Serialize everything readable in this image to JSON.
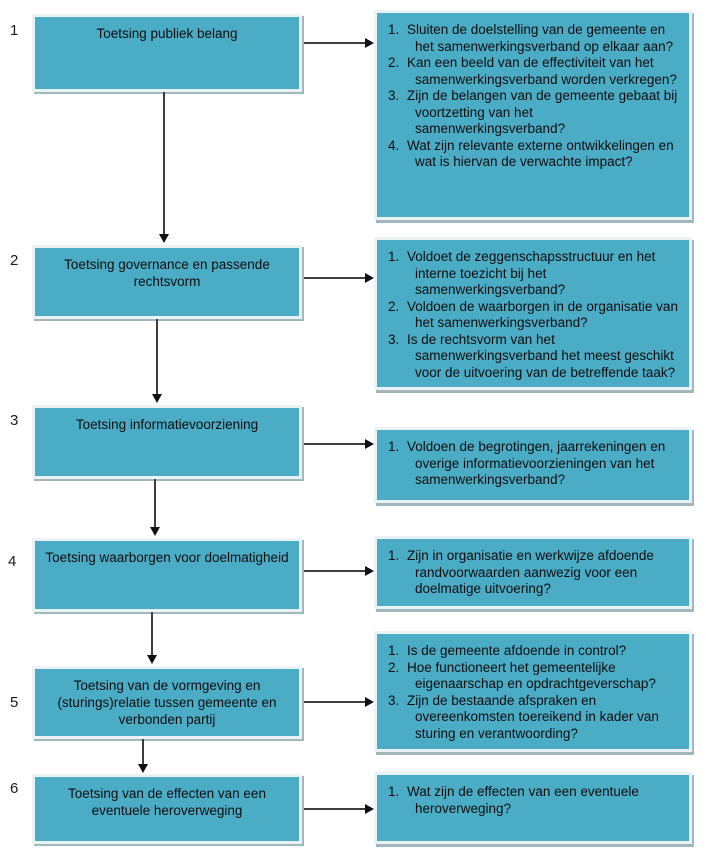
{
  "diagram": {
    "type": "flowchart",
    "language": "nl",
    "colors": {
      "box_fill": "#4BACC6",
      "box_border": "#EAF2F5",
      "box_shadow": "#A2B6BE",
      "arrow": "#3D3D3D",
      "text": "#111111"
    },
    "steps": [
      {
        "number": "1",
        "label": "Toetsing publiek belang",
        "questions": [
          {
            "num": "1.",
            "text": "Sluiten de doelstelling van de gemeente en het samenwerkingsverband op elkaar aan?"
          },
          {
            "num": "2.",
            "text": "Kan een beeld van de effectiviteit van het samenwerkingsverband worden verkregen?"
          },
          {
            "num": "3.",
            "text": "Zijn de belangen van de gemeente gebaat bij voortzetting van het samenwerkingsverband?"
          },
          {
            "num": "4.",
            "text": "Wat zijn relevante externe ontwikkelingen en wat is hiervan de verwachte impact?"
          }
        ]
      },
      {
        "number": "2",
        "label": "Toetsing governance en passende rechtsvorm",
        "questions": [
          {
            "num": "1.",
            "text": "Voldoet de zeggenschapsstructuur en het interne toezicht bij het samenwerkingsverband?"
          },
          {
            "num": "2.",
            "text": "Voldoen de waarborgen in de organisatie van het samenwerkingsverband?"
          },
          {
            "num": "3.",
            "text": "Is de rechtsvorm van het samenwerkingsverband het meest geschikt voor de uitvoering van de betreffende taak?"
          }
        ]
      },
      {
        "number": "3",
        "label": "Toetsing informatievoorziening",
        "questions": [
          {
            "num": "1.",
            "text": "Voldoen de begrotingen, jaarrekeningen en overige informatievoorzieningen van het samenwerkingsverband?"
          }
        ]
      },
      {
        "number": "4",
        "label": "Toetsing waarborgen voor doelmatigheid",
        "questions": [
          {
            "num": "1.",
            "text": "Zijn in organisatie en werkwijze afdoende randvoorwaarden aanwezig voor een doelmatige uitvoering?"
          }
        ]
      },
      {
        "number": "5",
        "label": "Toetsing van de vormgeving en (sturings)relatie tussen gemeente en verbonden partij",
        "questions": [
          {
            "num": "1.",
            "text": "Is de gemeente afdoende in control?"
          },
          {
            "num": "2.",
            "text": "Hoe functioneert het gemeentelijke eigenaarschap en opdrachtgeverschap?"
          },
          {
            "num": "3.",
            "text": "Zijn de bestaande afspraken en overeenkomsten toereikend in kader van sturing en verantwoording?"
          }
        ]
      },
      {
        "number": "6",
        "label": "Toetsing van de effecten van een eventuele heroverweging",
        "questions": [
          {
            "num": "1.",
            "text": "Wat zijn de effecten van een eventuele heroverweging?"
          }
        ]
      }
    ]
  }
}
